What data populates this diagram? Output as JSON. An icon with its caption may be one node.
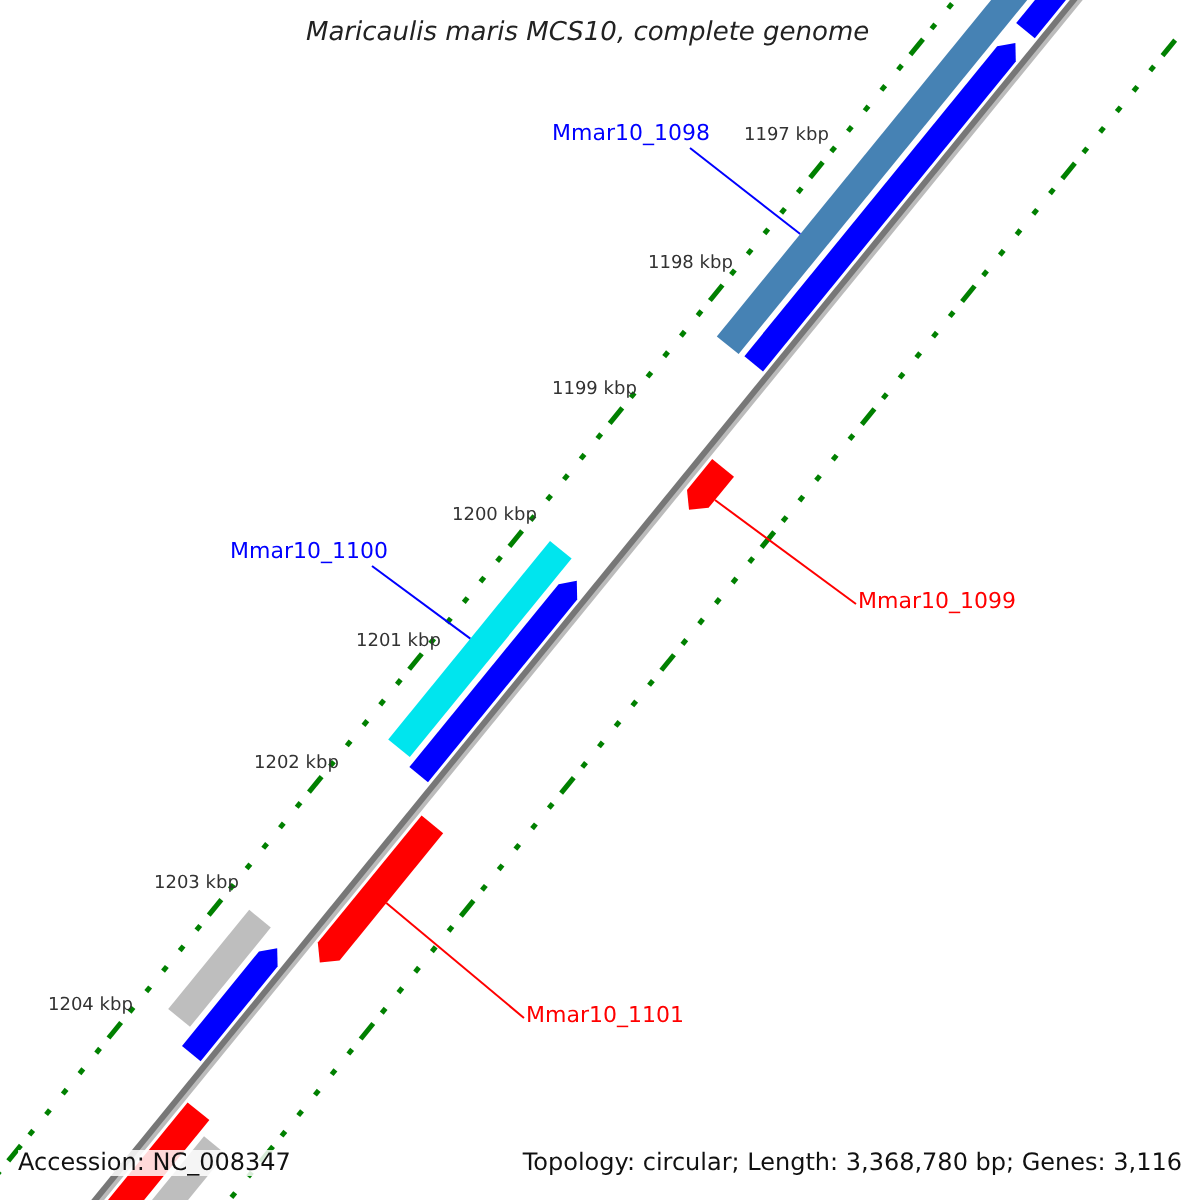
{
  "diagram": {
    "title": "Maricaulis maris MCS10, complete genome",
    "nodes": [
      {
        "text": [
          "Mmar10_1098"
        ]
      },
      {
        "text": [],
        "shape": "bar"
      },
      {
        "text": [
          "Mmar10_1100"
        ]
      },
      {
        "text": [],
        "shape": "bar"
      },
      {
        "text": [
          "Mmar10_1099"
        ]
      },
      {
        "text": [],
        "shape": "bar"
      },
      {
        "text": [
          "Mmar10_1101"
        ]
      },
      {
        "text": [],
        "shape": "bar"
      }
    ],
    "edges": [
      {
        "from": 0,
        "to": 1,
        "arrow": "none",
        "color": "#0000ff"
      },
      {
        "from": 2,
        "to": 3,
        "arrow": "none",
        "color": "#0000ff"
      },
      {
        "from": 4,
        "to": 5,
        "arrow": "none",
        "color": "#ff0000"
      },
      {
        "from": 6,
        "to": 7,
        "arrow": "none",
        "color": "#ff0000"
      }
    ],
    "labels": [
      "1197 kbp",
      "1198 kbp",
      "1199 kbp",
      "1200 kbp",
      "1201 kbp",
      "1202 kbp",
      "1203 kbp",
      "1204 kbp",
      "Accession: NC_008347",
      "Topology: circular; Length: 3,368,780 bp; Genes: 3,116"
    ]
  }
}
